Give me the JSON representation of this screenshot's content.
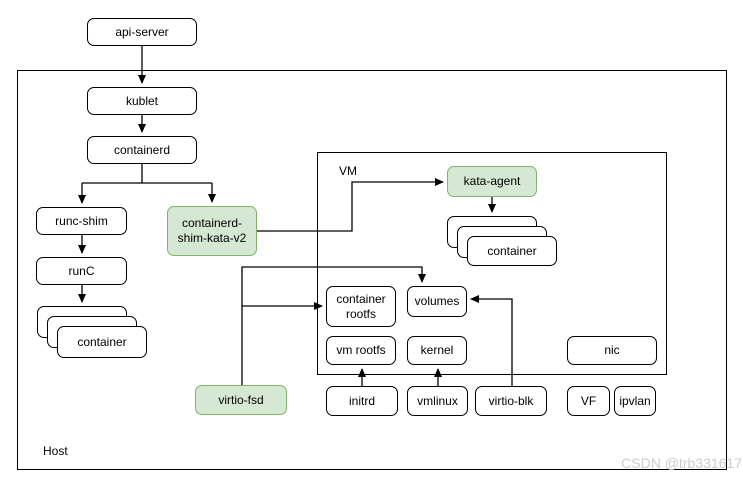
{
  "diagram": {
    "host": {
      "label": "Host"
    },
    "vm": {
      "label": "VM"
    },
    "nodes": {
      "api_server": {
        "label": "api-server"
      },
      "kublet": {
        "label": "kublet"
      },
      "containerd": {
        "label": "containerd"
      },
      "runc_shim": {
        "label": "runc-shim"
      },
      "runc": {
        "label": "runC"
      },
      "container_host": {
        "label": "container"
      },
      "containerd_shim_kata_v2": {
        "label": "containerd-shim-kata-v2"
      },
      "kata_agent": {
        "label": "kata-agent"
      },
      "container_vm": {
        "label": "container"
      },
      "container_rootfs": {
        "label": "container rootfs"
      },
      "volumes": {
        "label": "volumes"
      },
      "vm_rootfs": {
        "label": "vm rootfs"
      },
      "kernel": {
        "label": "kernel"
      },
      "nic": {
        "label": "nic"
      },
      "virtio_fsd": {
        "label": "virtio-fsd"
      },
      "initrd": {
        "label": "initrd"
      },
      "vmlinux": {
        "label": "vmlinux"
      },
      "virtio_blk": {
        "label": "virtio-blk"
      },
      "vf": {
        "label": "VF"
      },
      "ipvlan": {
        "label": "ipvlan"
      }
    },
    "edges": [
      {
        "from": "api-server",
        "to": "kublet"
      },
      {
        "from": "kublet",
        "to": "containerd"
      },
      {
        "from": "containerd",
        "to": "runc-shim"
      },
      {
        "from": "containerd",
        "to": "containerd-shim-kata-v2"
      },
      {
        "from": "runc-shim",
        "to": "runC"
      },
      {
        "from": "runC",
        "to": "container"
      },
      {
        "from": "containerd-shim-kata-v2",
        "to": "kata-agent"
      },
      {
        "from": "kata-agent",
        "to": "container"
      },
      {
        "from": "virtio-fsd",
        "to": "volumes"
      },
      {
        "from": "virtio-fsd",
        "to": "container rootfs"
      },
      {
        "from": "initrd",
        "to": "vm rootfs"
      },
      {
        "from": "vmlinux",
        "to": "kernel"
      },
      {
        "from": "virtio-blk",
        "to": "volumes"
      }
    ],
    "colors": {
      "accent_fill": "#d5e8d4",
      "accent_border": "#82b366",
      "node_border": "#000000",
      "watermark": "#cccccc"
    },
    "watermark": "CSDN @trb331617"
  }
}
